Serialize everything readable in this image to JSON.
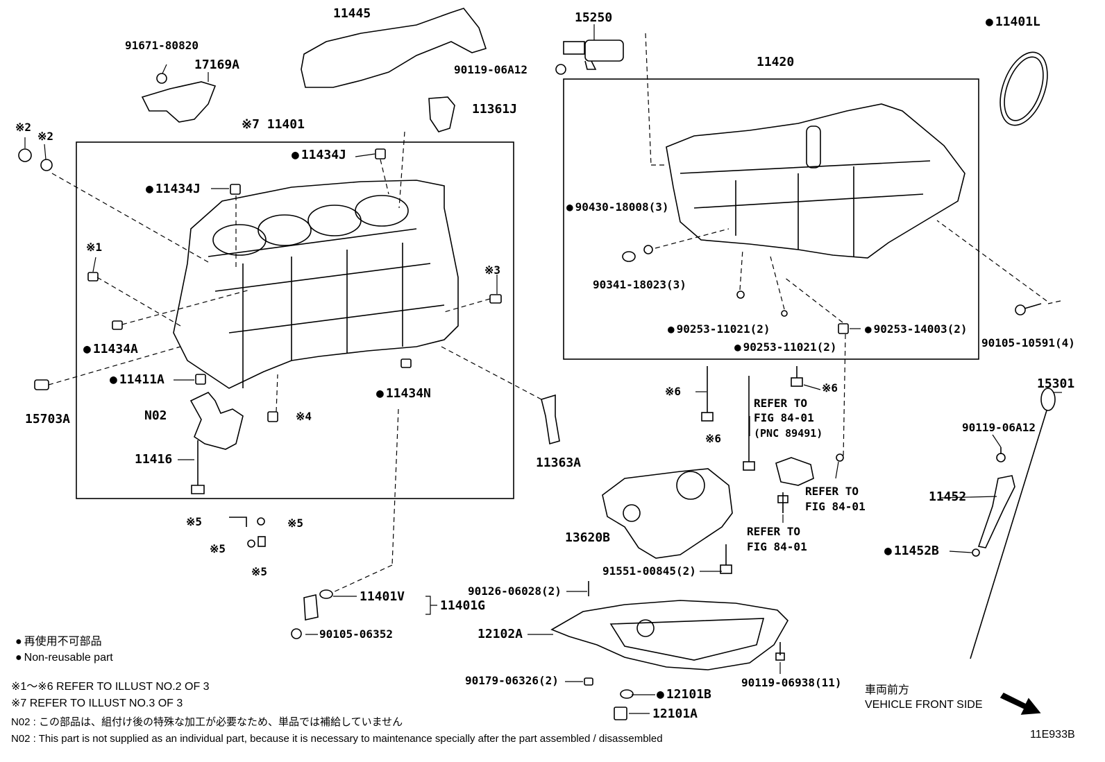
{
  "parts": {
    "p11445": "11445",
    "p91671_80820": "91671-80820",
    "p17169A": "17169A",
    "p15250": "15250",
    "p90119_06A12_top": "90119-06A12",
    "p11401L": "11401L",
    "p11420": "11420",
    "p11361J": "11361J",
    "ref2a": "※2",
    "ref2b": "※2",
    "p11401": "※7 11401",
    "p11434J_a": "11434J",
    "p11434J_b": "11434J",
    "ref1": "※1",
    "ref3": "※3",
    "p11434A": "11434A",
    "p11411A": "11411A",
    "p11434N": "11434N",
    "p15703A": "15703A",
    "pN02": "N02",
    "ref4": "※4",
    "p11416": "11416",
    "p11363A": "11363A",
    "p90430_18008": "90430-18008(3)",
    "p90341_18023": "90341-18023(3)",
    "p90253_11021_a": "90253-11021(2)",
    "p90253_11021_b": "90253-11021(2)",
    "p90253_14003": "90253-14003(2)",
    "p90105_10591": "90105-10591(4)",
    "ref6a": "※6",
    "ref6b": "※6",
    "ref6c": "※6",
    "refer1_l1": "REFER TO",
    "refer1_l2": "FIG 84-01",
    "refer1_l3": "(PNC 89491)",
    "refer2_l1": "REFER TO",
    "refer2_l2": "FIG 84-01",
    "refer3_l1": "REFER TO",
    "refer3_l2": "FIG 84-01",
    "p15301": "15301",
    "p90119_06A12_right": "90119-06A12",
    "p11452": "11452",
    "p11452B": "11452B",
    "p13620B": "13620B",
    "p91551_00845": "91551-00845(2)",
    "ref5a": "※5",
    "ref5b": "※5",
    "ref5c": "※5",
    "ref5d": "※5",
    "p11401V": "11401V",
    "p11401G": "11401G",
    "p90105_06352": "90105-06352",
    "p90126_06028": "90126-06028(2)",
    "p12102A": "12102A",
    "p90179_06326": "90179-06326(2)",
    "p12101B": "12101B",
    "p12101A": "12101A",
    "p90119_06938": "90119-06938(11)"
  },
  "legend": {
    "nonreusable_jp": "再使用不可部品",
    "nonreusable_en": "Non-reusable part",
    "ref_illust2": "※1～※6  REFER TO ILLUST NO.2 OF 3",
    "ref_illust3": "※7 REFER TO ILLUST NO.3 OF 3",
    "n02_jp": "N02 : この部品は、組付け後の特殊な加工が必要なため、単品では補給していません",
    "n02_en": "N02 : This part is not supplied as an individual part, because it is necessary to maintenance specially after the part assembled / disassembled"
  },
  "orientation": {
    "jp": "車両前方",
    "en": "VEHICLE FRONT SIDE"
  },
  "figure_id": "11E933B"
}
